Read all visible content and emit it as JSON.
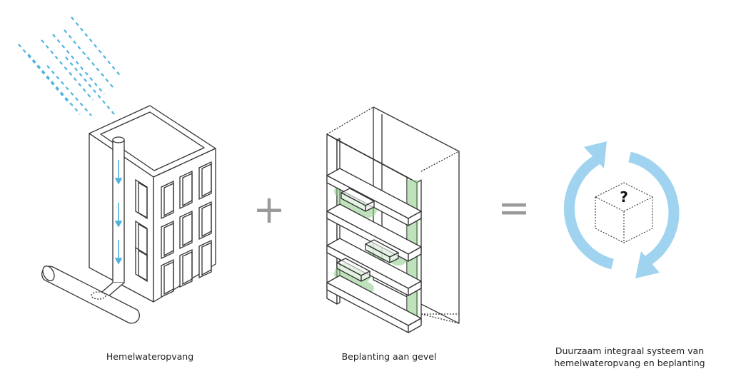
{
  "captions": {
    "rainwater": "Hemelwateropvang",
    "planting": "Beplanting aan gevel",
    "system_line1": "Duurzaam integraal systeem van",
    "system_line2": "hemelwateropvang en beplanting"
  },
  "operators": {
    "plus": "+",
    "equals": "="
  },
  "unknown_mark": "?",
  "colors": {
    "water": "#4fb3e0",
    "cycle": "#9fd3ef",
    "line": "#333333",
    "plant": "#7fc47a",
    "operator": "#9a9a9a"
  }
}
